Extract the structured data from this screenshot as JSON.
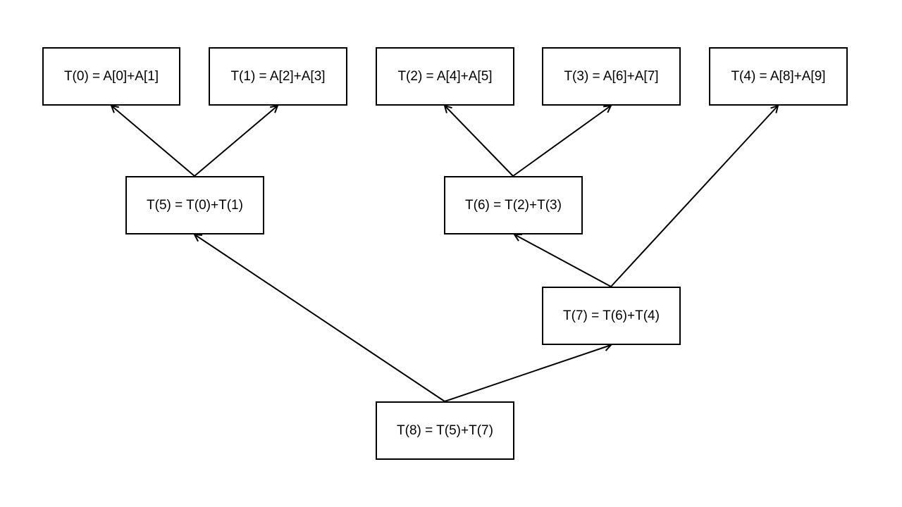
{
  "nodes": {
    "t0": "T(0) = A[0]+A[1]",
    "t1": "T(1) = A[2]+A[3]",
    "t2": "T(2) = A[4]+A[5]",
    "t3": "T(3) = A[6]+A[7]",
    "t4": "T(4) = A[8]+A[9]",
    "t5": "T(5) = T(0)+T(1)",
    "t6": "T(6) = T(2)+T(3)",
    "t7": "T(7) = T(6)+T(4)",
    "t8": "T(8) = T(5)+T(7)"
  },
  "edges": [
    {
      "from": "t5",
      "to": "t0"
    },
    {
      "from": "t5",
      "to": "t1"
    },
    {
      "from": "t6",
      "to": "t2"
    },
    {
      "from": "t6",
      "to": "t3"
    },
    {
      "from": "t7",
      "to": "t6"
    },
    {
      "from": "t7",
      "to": "t4"
    },
    {
      "from": "t8",
      "to": "t5"
    },
    {
      "from": "t8",
      "to": "t7"
    }
  ]
}
